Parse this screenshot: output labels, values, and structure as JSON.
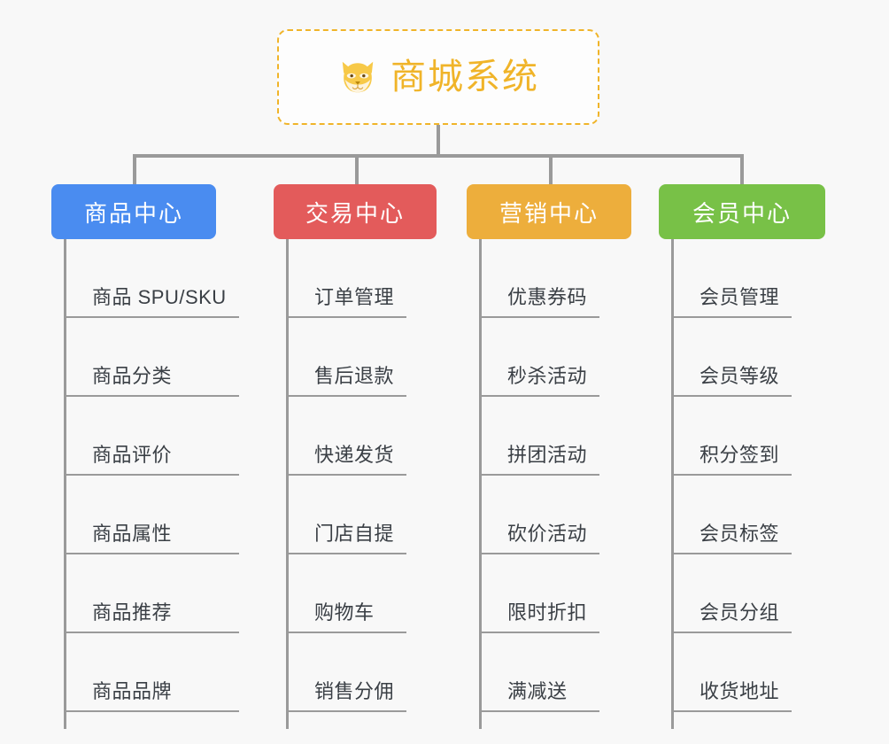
{
  "root": {
    "icon": "shiba-dog-icon",
    "title": "商城系统"
  },
  "theme": {
    "background": "#f8f8f8",
    "line": "#9a9a9a",
    "root_border": "#f0b429",
    "root_text": "#f0b429",
    "label_text": "#3a3f45"
  },
  "branches": [
    {
      "label": "商品中心",
      "color": "#4a8cf0",
      "children": [
        "商品 SPU/SKU",
        "商品分类",
        "商品评价",
        "商品属性",
        "商品推荐",
        "商品品牌"
      ]
    },
    {
      "label": "交易中心",
      "color": "#e35b5b",
      "children": [
        "订单管理",
        "售后退款",
        "快递发货",
        "门店自提",
        "购物车",
        "销售分佣"
      ]
    },
    {
      "label": "营销中心",
      "color": "#edae3c",
      "children": [
        "优惠券码",
        "秒杀活动",
        "拼团活动",
        "砍价活动",
        "限时折扣",
        "满减送"
      ]
    },
    {
      "label": "会员中心",
      "color": "#78c147",
      "children": [
        "会员管理",
        "会员等级",
        "积分签到",
        "会员标签",
        "会员分组",
        "收货地址"
      ]
    }
  ]
}
